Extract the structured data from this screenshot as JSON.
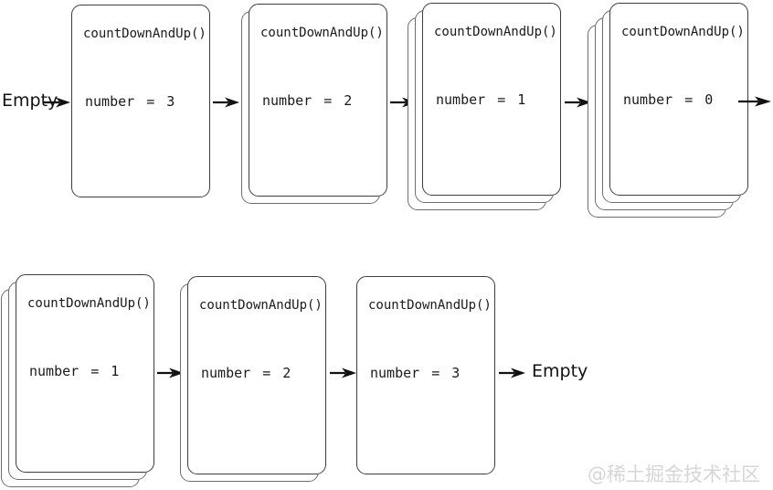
{
  "labels": {
    "start": "Empty",
    "end": "Empty"
  },
  "frames": {
    "top1": {
      "title": "countDownAndUp()",
      "body": "number = 3",
      "layers": 1
    },
    "top2": {
      "title": "countDownAndUp()",
      "body": "number = 2",
      "layers": 2
    },
    "top3": {
      "title": "countDownAndUp()",
      "body": "number = 1",
      "layers": 3
    },
    "top4": {
      "title": "countDownAndUp()",
      "body": "number = 0",
      "layers": 4
    },
    "bottom1": {
      "title": "countDownAndUp()",
      "body": "number = 1",
      "layers": 3
    },
    "bottom2": {
      "title": "countDownAndUp()",
      "body": "number = 2",
      "layers": 2
    },
    "bottom3": {
      "title": "countDownAndUp()",
      "body": "number = 3",
      "layers": 1
    }
  },
  "watermark": "@稀土掘金技术社区",
  "colors": {
    "card_border": "#3d3d3d",
    "layer_border": "#6e6e6e",
    "arrow": "#111111",
    "watermark_text": "#d6d6d6"
  }
}
